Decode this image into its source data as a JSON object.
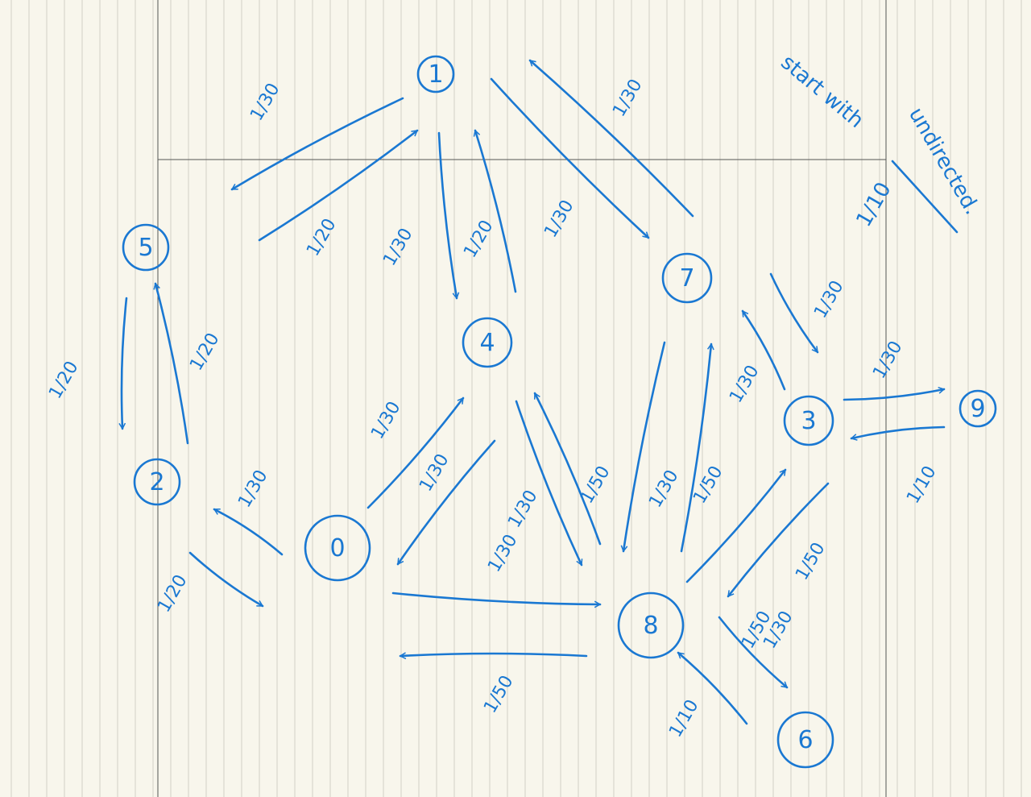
{
  "colors": {
    "paper": "#f8f6ec",
    "ink": "#1a78d2",
    "rule": "#c9c7bd",
    "margin_line": "#555555"
  },
  "notes": [
    "start with",
    "undirected.",
    "1/10"
  ],
  "nodes": [
    {
      "id": "n0",
      "label": "0"
    },
    {
      "id": "n1",
      "label": "1"
    },
    {
      "id": "n2",
      "label": "2"
    },
    {
      "id": "n3",
      "label": "3"
    },
    {
      "id": "n4",
      "label": "4"
    },
    {
      "id": "n5",
      "label": "5"
    },
    {
      "id": "n6",
      "label": "6"
    },
    {
      "id": "n7",
      "label": "7"
    },
    {
      "id": "n8",
      "label": "8"
    },
    {
      "id": "n9",
      "label": "9"
    }
  ],
  "edges": [
    {
      "from": "1",
      "to": "5",
      "weight": "1/30"
    },
    {
      "from": "5",
      "to": "1",
      "weight": "1/20"
    },
    {
      "from": "1",
      "to": "4",
      "weight": "1/30"
    },
    {
      "from": "4",
      "to": "1",
      "weight": "1/20"
    },
    {
      "from": "1",
      "to": "7",
      "weight": "1/30"
    },
    {
      "from": "7",
      "to": "1",
      "weight": "1/30"
    },
    {
      "from": "5",
      "to": "2",
      "weight": "1/20"
    },
    {
      "from": "2",
      "to": "5",
      "weight": "1/20"
    },
    {
      "from": "0",
      "to": "2",
      "weight": "1/30"
    },
    {
      "from": "2",
      "to": "0",
      "weight": "1/20"
    },
    {
      "from": "0",
      "to": "4",
      "weight": "1/30"
    },
    {
      "from": "4",
      "to": "0",
      "weight": "1/30"
    },
    {
      "from": "0",
      "to": "8",
      "weight": "1/30"
    },
    {
      "from": "8",
      "to": "0",
      "weight": "1/50"
    },
    {
      "from": "4",
      "to": "8",
      "weight": "1/30"
    },
    {
      "from": "8",
      "to": "4",
      "weight": "1/50"
    },
    {
      "from": "7",
      "to": "8",
      "weight": "1/30"
    },
    {
      "from": "8",
      "to": "7",
      "weight": "1/50"
    },
    {
      "from": "7",
      "to": "3",
      "weight": "1/30"
    },
    {
      "from": "3",
      "to": "7",
      "weight": "1/30"
    },
    {
      "from": "3",
      "to": "9",
      "weight": "1/30"
    },
    {
      "from": "9",
      "to": "3",
      "weight": "1/10"
    },
    {
      "from": "8",
      "to": "3",
      "weight": "1/50"
    },
    {
      "from": "3",
      "to": "8",
      "weight": "1/30"
    },
    {
      "from": "8",
      "to": "6",
      "weight": "1/50"
    },
    {
      "from": "6",
      "to": "8",
      "weight": "1/10"
    }
  ]
}
